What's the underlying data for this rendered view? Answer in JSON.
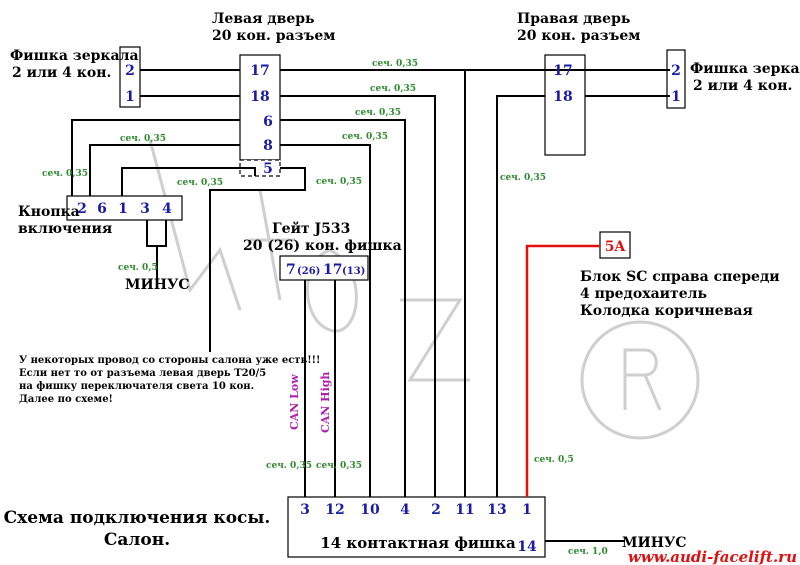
{
  "left_door": {
    "title1": "Левая дверь",
    "title2": "20 кон. разъем",
    "pins": [
      "17",
      "18",
      "6",
      "8",
      "5"
    ]
  },
  "right_door": {
    "title1": "Правая дверь",
    "title2": "20 кон. разъем",
    "pins": [
      "17",
      "18"
    ]
  },
  "left_mirror": {
    "title1": "Фишка зеркала",
    "title2": "2 или 4 кон.",
    "pins": [
      "2",
      "1"
    ]
  },
  "right_mirror": {
    "title1": "Фишка зеркала",
    "title2": "2 или 4 кон.",
    "pins": [
      "2",
      "1"
    ]
  },
  "button": {
    "title1": "Кнопка",
    "title2": "включения",
    "pins": [
      "2",
      "6",
      "1",
      "3",
      "4"
    ]
  },
  "minus_left": "МИНУС",
  "minus_right": "МИНУС",
  "gateway": {
    "title1": "Гейт J533",
    "title2": "20 (26) кон. фишка",
    "pin_a": "7",
    "pin_a_alt": "(26)",
    "pin_b": "17",
    "pin_b_alt": "(13)"
  },
  "fuse": {
    "label": "5A",
    "line1": "Блок SC справа спереди",
    "line2": "4 предохаитель",
    "line3": "Колодка коричневая"
  },
  "connector14": {
    "title": "14 контактная фишка",
    "pins": [
      "3",
      "12",
      "10",
      "4",
      "2",
      "11",
      "13",
      "1"
    ],
    "pin_minus": "14"
  },
  "wire_sections": {
    "s035": "сеч. 0,35",
    "s05": "сеч. 0,5",
    "s10": "сеч. 1,0"
  },
  "can_low": "CAN Low",
  "can_high": "CAN High",
  "note": [
    "У некоторых провод со стороны салона уже есть!!!",
    "Если нет то от разъема левая дверь Т20/5",
    "на фишку переключателя света 10 кон.",
    "Далее по схеме!"
  ],
  "scheme_title1": "Схема подключения косы.",
  "scheme_title2": "Салон.",
  "site_url": "www.audi-facelift.ru",
  "colors": {
    "pin_blue": "#1a1aa6",
    "section_green": "#2e8b2e",
    "power_red": "#e01010",
    "can_magenta": "#b020b0"
  }
}
